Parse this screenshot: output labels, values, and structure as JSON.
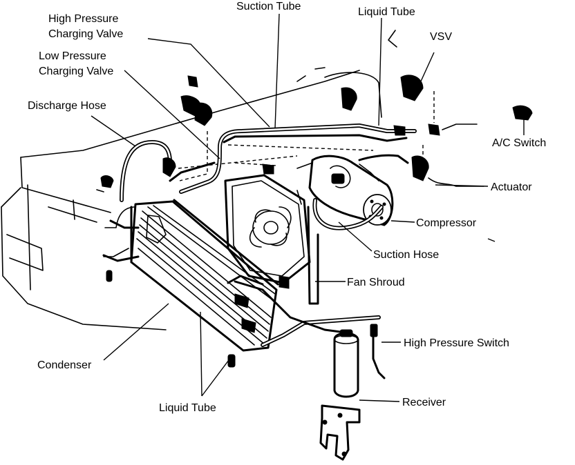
{
  "labels": {
    "high_pressure_charging_valve_l1": "High Pressure",
    "high_pressure_charging_valve_l2": "Charging Valve",
    "low_pressure_charging_valve_l1": "Low Pressure",
    "low_pressure_charging_valve_l2": "Charging Valve",
    "discharge_hose": "Discharge Hose",
    "suction_tube": "Suction Tube",
    "liquid_tube_top": "Liquid Tube",
    "vsv": "VSV",
    "ac_switch": "A/C Switch",
    "actuator": "Actuator",
    "compressor": "Compressor",
    "suction_hose": "Suction Hose",
    "fan_shroud": "Fan Shroud",
    "high_pressure_switch": "High Pressure Switch",
    "condenser": "Condenser",
    "receiver": "Receiver",
    "liquid_tube_bottom": "Liquid Tube"
  }
}
